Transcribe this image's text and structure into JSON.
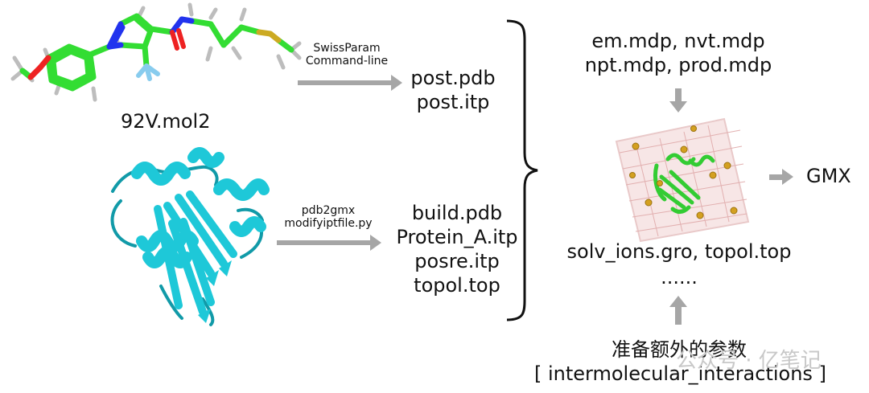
{
  "ligand": {
    "name": "92V.mol2",
    "tool": [
      "SwissParam",
      "Command-line"
    ],
    "outputs": [
      "post.pdb",
      "post.itp"
    ]
  },
  "protein": {
    "tool": [
      "pdb2gmx",
      "modifyiptfile.py"
    ],
    "outputs": [
      "build.pdb",
      "Protein_A.itp",
      "posre.itp",
      "topol.top"
    ]
  },
  "mdp": {
    "lines": [
      "em.mdp, nvt.mdp",
      "npt.mdp, prod.mdp"
    ]
  },
  "system": {
    "files": "solv_ions.gro, topol.top",
    "ellipsis": "......",
    "result": "GMX"
  },
  "extra": {
    "lines": [
      "准备额外的参数",
      "[ intermolecular_interactions ]"
    ]
  },
  "watermark": "公众号 · 亿笔记",
  "colors": {
    "ligand_carbon": "#33dd33",
    "nitrogen": "#2233ee",
    "oxygen": "#ee2222",
    "fluorine": "#88ccee",
    "sulfur": "#ccaa22",
    "protein": "#1ec8d8",
    "arrow": "#a6a6a6",
    "box_protein": "#33cc33",
    "ion": "#d4a020"
  }
}
